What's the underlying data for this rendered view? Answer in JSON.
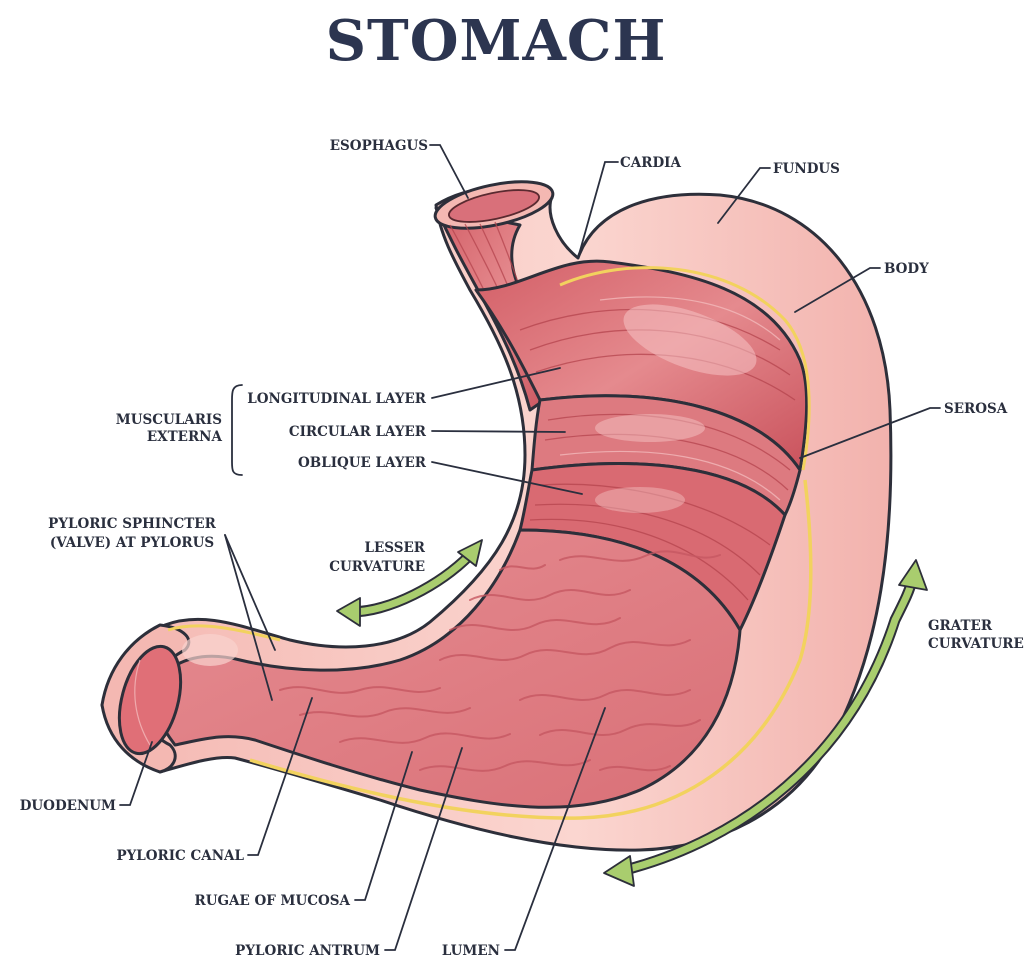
{
  "title": "STOMACH",
  "labels": {
    "esophagus": "ESOPHAGUS",
    "cardia": "CARDIA",
    "fundus": "FUNDUS",
    "body": "BODY",
    "serosa": "SEROSA",
    "muscularis_line1": "MUSCULARIS",
    "muscularis_line2": "EXTERNA",
    "longitudinal_layer": "LONGITUDINAL LAYER",
    "circular_layer": "CIRCULAR LAYER",
    "oblique_layer": "OBLIQUE LAYER",
    "pyloric_sphincter_line1": "PYLORIC SPHINCTER",
    "pyloric_sphincter_line2": "(VALVE) AT PYLORUS",
    "lesser_curvature_line1": "LESSER",
    "lesser_curvature_line2": "CURVATURE",
    "greater_curvature_line1": "GRATER",
    "greater_curvature_line2": "CURVATURE",
    "duodenum": "DUODENUM",
    "pyloric_canal": "PYLORIC CANAL",
    "rugae_of_mucosa": "RUGAE OF MUCOSA",
    "pyloric_antrum": "PYLORIC ANTRUM",
    "lumen": "LUMEN"
  },
  "colors": {
    "serosa_fill": "#f7c9c4",
    "muscle_fill": "#dc7278",
    "mucosa_fill": "#e89296",
    "yellow_band": "#f2d25e",
    "arrow_green": "#a9cd6e",
    "outline": "#2d2f3a"
  }
}
